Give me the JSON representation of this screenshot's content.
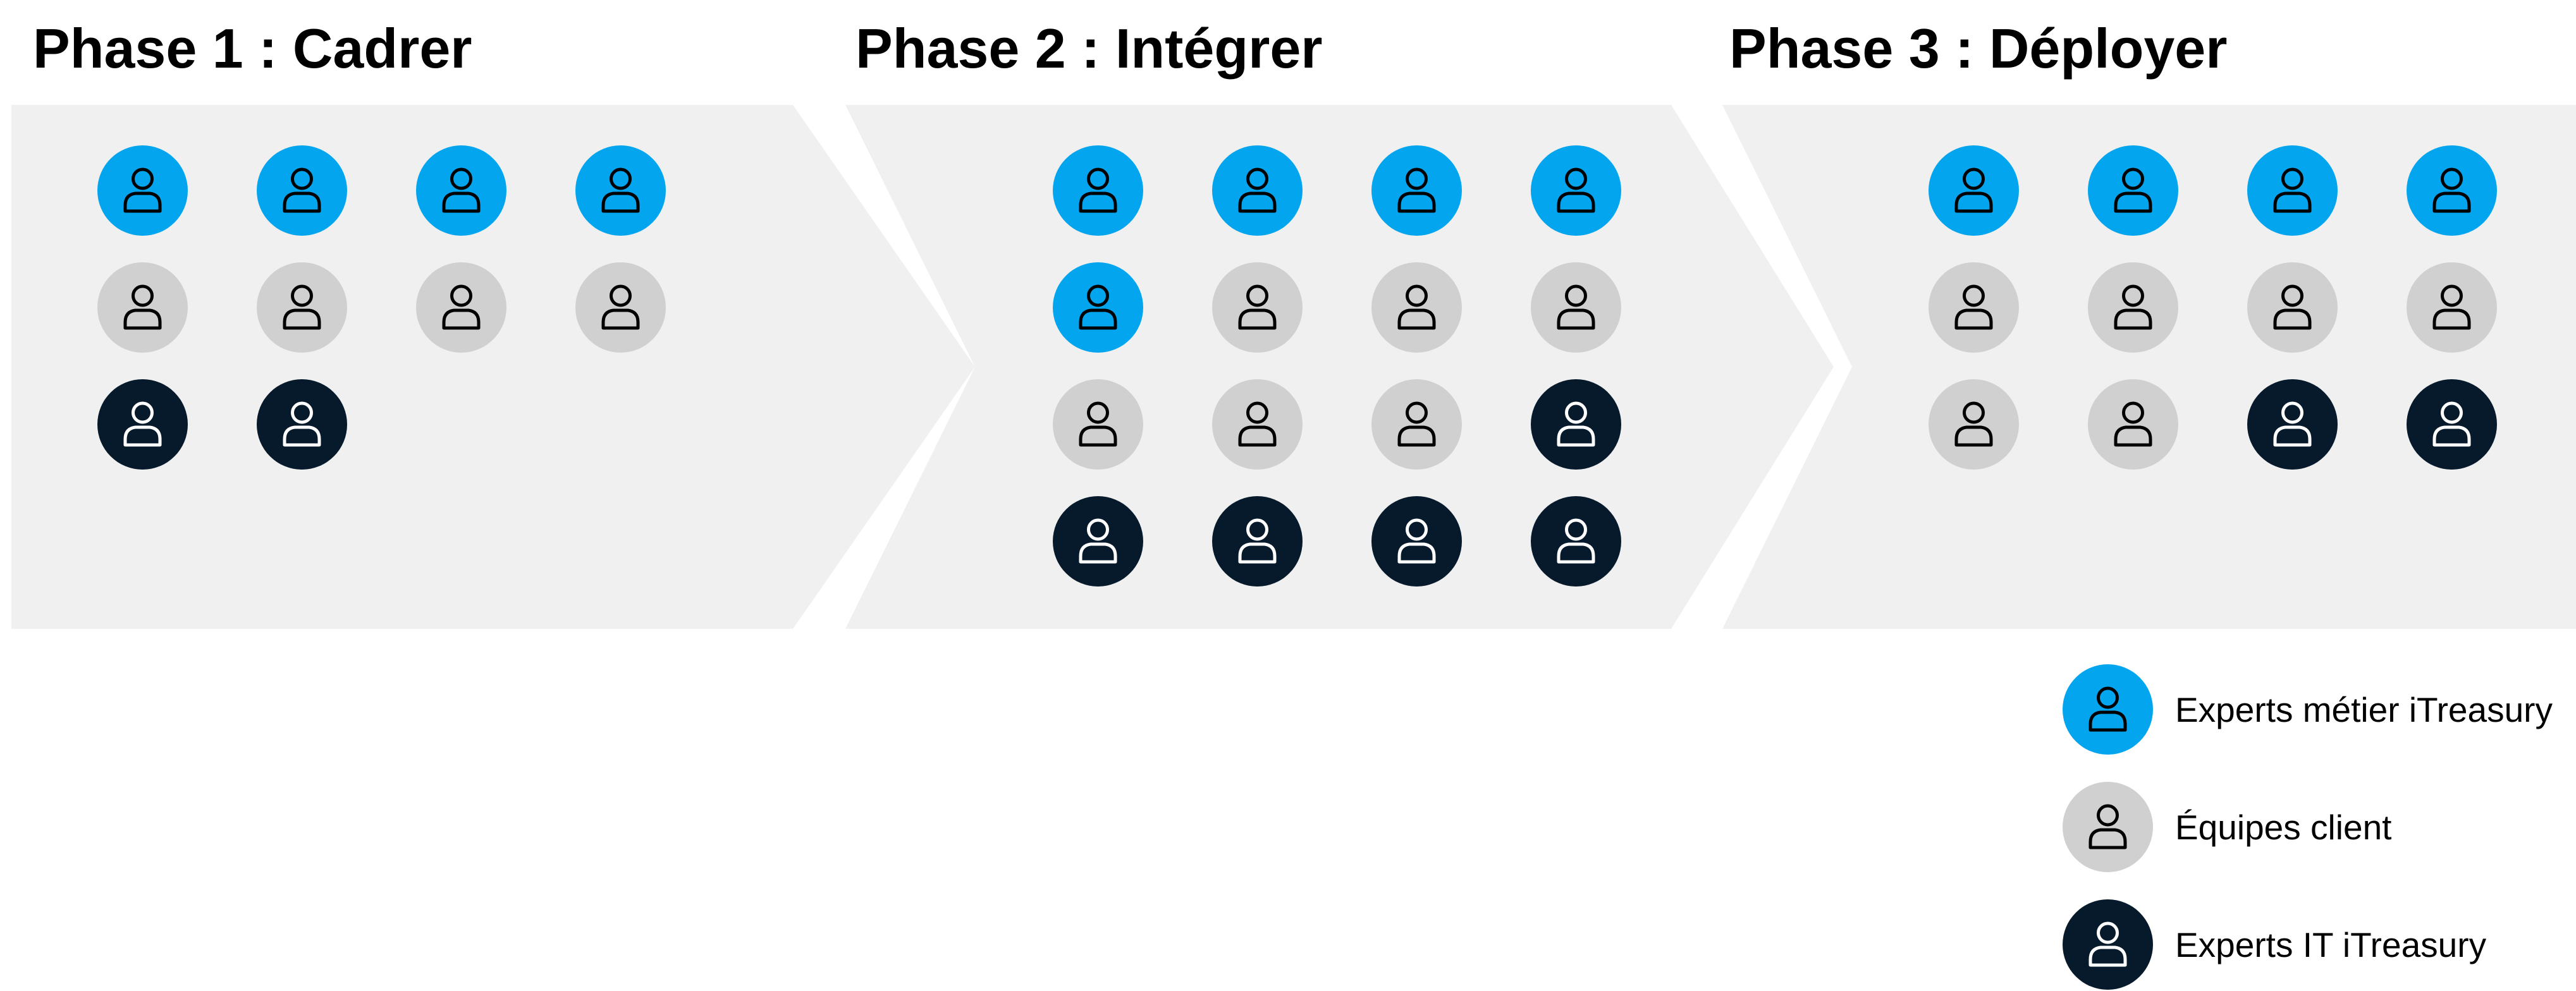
{
  "colors": {
    "band": "#f0f0f0",
    "expert_metier": "#04a5ef",
    "equipe_client": "#d0d0d0",
    "expert_it": "#061a2c"
  },
  "icon": "person-icon",
  "phases": [
    {
      "title": "Phase 1 : Cadrer",
      "rows": [
        [
          "expert_metier",
          "expert_metier",
          "expert_metier",
          "expert_metier"
        ],
        [
          "equipe_client",
          "equipe_client",
          "equipe_client",
          "equipe_client"
        ],
        [
          "expert_it",
          "expert_it"
        ]
      ]
    },
    {
      "title": "Phase 2 : Intégrer",
      "rows": [
        [
          "expert_metier",
          "expert_metier",
          "expert_metier",
          "expert_metier"
        ],
        [
          "expert_metier",
          "equipe_client",
          "equipe_client",
          "equipe_client"
        ],
        [
          "equipe_client",
          "equipe_client",
          "equipe_client",
          "expert_it"
        ],
        [
          "expert_it",
          "expert_it",
          "expert_it",
          "expert_it"
        ]
      ]
    },
    {
      "title": "Phase 3 : Déployer",
      "rows": [
        [
          "expert_metier",
          "expert_metier",
          "expert_metier",
          "expert_metier"
        ],
        [
          "equipe_client",
          "equipe_client",
          "equipe_client",
          "equipe_client"
        ],
        [
          "equipe_client",
          "equipe_client",
          "expert_it",
          "expert_it"
        ]
      ]
    }
  ],
  "legend": [
    {
      "role": "expert_metier",
      "label": "Experts métier iTreasury"
    },
    {
      "role": "equipe_client",
      "label": " Équipes client"
    },
    {
      "role": "expert_it",
      "label": "Experts IT iTreasury"
    }
  ]
}
